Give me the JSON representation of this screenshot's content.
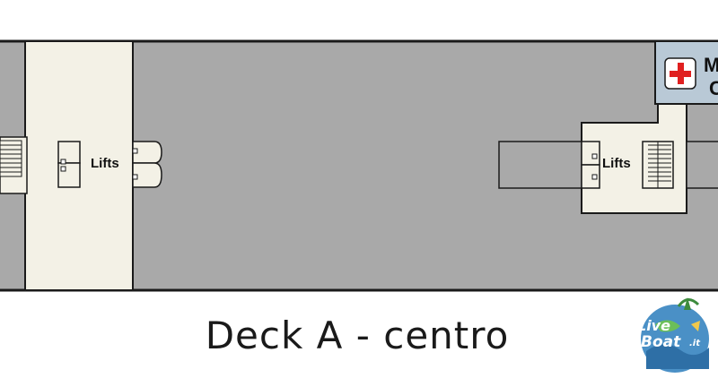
{
  "map": {
    "title": "Deck A - centro",
    "labels": {
      "lifts_forward": "Lifts",
      "lifts_aft": "Lifts",
      "medical_line1": "M",
      "medical_line2": "C"
    },
    "colors": {
      "floor": "#a9a9a9",
      "corridor": "#f3f1e6",
      "medical": "#b9c9d6",
      "outline": "#1a1a1a",
      "cross": "#e02020"
    }
  },
  "logo": {
    "line1": "Live",
    "line2": "Boat",
    "suffix": ".it"
  },
  "icons": [
    "medical-cross-icon",
    "stairs-icon",
    "lift-icon"
  ]
}
